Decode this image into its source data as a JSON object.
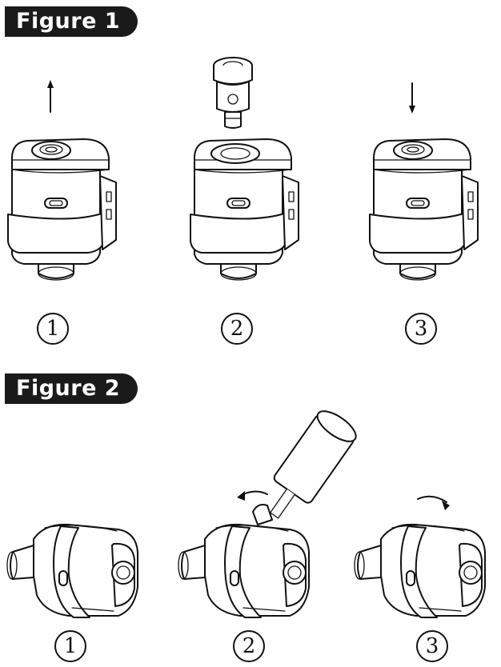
{
  "figures": [
    {
      "label": "Figure 1",
      "steps": [
        "1",
        "2",
        "3"
      ]
    },
    {
      "label": "Figure 2",
      "steps": [
        "1",
        "2",
        "3"
      ]
    }
  ]
}
